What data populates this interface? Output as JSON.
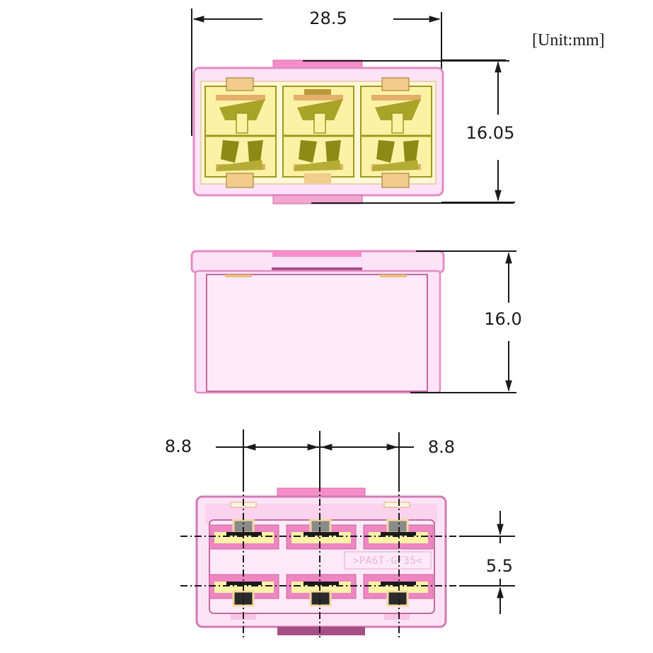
{
  "drawing": {
    "unit_label": "[Unit:mm]",
    "colors": {
      "housing_fill": "#fde3f7",
      "housing_edge": "#e48cc4",
      "housing_dark": "#a64f86",
      "terminal_yellow": "#fbf2a6",
      "terminal_olive": "#9e9a1c",
      "terminal_orange": "#e5b069",
      "dimension_line": "#1a1a1a"
    },
    "top_view": {
      "width_dim": "28.5",
      "height_dim": "16.05",
      "cavity_count": 3
    },
    "side_view": {
      "height_dim": "16.0"
    },
    "front_view": {
      "pitch_left_dim": "8.8",
      "pitch_right_dim": "8.8",
      "row_pitch_dim": "5.5",
      "material_mark": ">PA6T-GF35<",
      "cavity_rows": 2,
      "cavity_cols": 3
    }
  }
}
